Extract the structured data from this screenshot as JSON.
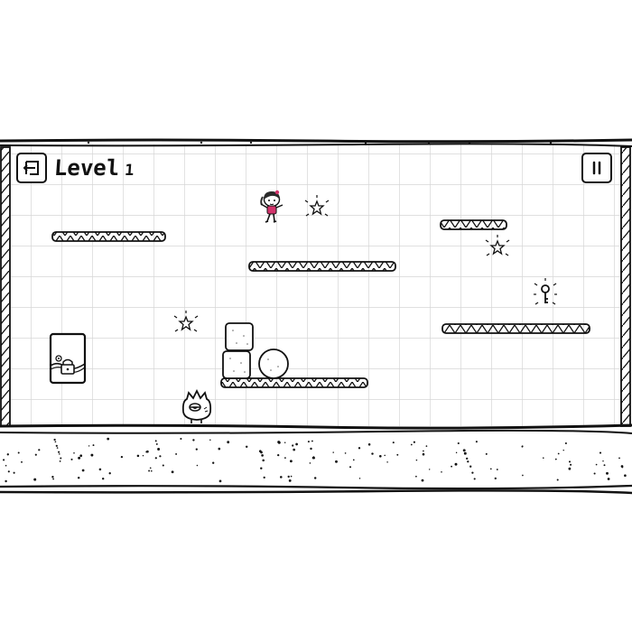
{
  "hud": {
    "level_label": "Level",
    "level_number": "1",
    "back_button_icon": "back-icon",
    "pause_button_icon": "pause-icon"
  },
  "scene": {
    "player": "girl-character",
    "enemy": "spiky-monster",
    "exit": "locked-door",
    "key": "key-icon",
    "collectibles": [
      "star-icon",
      "star-icon",
      "star-icon"
    ],
    "objects": [
      "square-block",
      "square-block",
      "round-boulder"
    ],
    "platforms": 6
  },
  "colors": {
    "ink": "#111111",
    "paper": "#ffffff",
    "grid": "#d8d8d8",
    "character_shirt": "#d2336b"
  }
}
